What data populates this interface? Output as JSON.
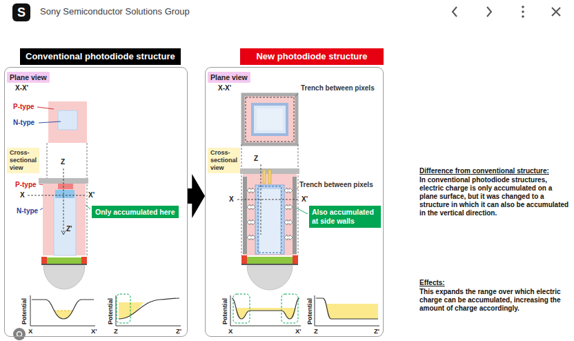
{
  "diagram": {
    "nodes": [
      {
        "text": [
          "Conventional photodiode structure"
        ]
      },
      {
        "text": [
          "Plane view"
        ],
        "in": 0
      },
      {
        "text": [
          "Cross-sectional view"
        ],
        "in": 0
      },
      {
        "text": [
          "Only accumulated here"
        ],
        "in": 0
      },
      {
        "text": [
          "New photodiode structure"
        ]
      },
      {
        "text": [
          "Plane view"
        ],
        "in": 4
      },
      {
        "text": [
          "Cross-sectional view"
        ],
        "in": 4
      },
      {
        "text": [
          "Also accumulated at side walls"
        ],
        "in": 4
      }
    ],
    "edges": [
      {
        "from": 0,
        "to": 4,
        "arrow": "to"
      }
    ],
    "labels": [
      "S",
      "Sony Semiconductor Solutions Group",
      "X-X'",
      "P-type",
      "N-type",
      "Z",
      "P-type",
      "X",
      "X'",
      "N-type",
      "Z'",
      "Potential",
      "X",
      "X'",
      "Potential",
      "Z",
      "Z'",
      "X-X'",
      "Trench between pixels",
      "Z",
      "Trench between pixels",
      "X",
      "X'",
      "Potential",
      "X",
      "X'",
      "Potential",
      "Z",
      "Z'",
      "Difference from conventional structure:",
      "In conventional photodiode structures, electric charge is only accumulated on a plane surface, but it was changed to a structure in which it can also be accumulated in the vertical direction.",
      "Effects:",
      "This expands the range over which electric charge can be accumulated, increasing the amount of charge accordingly."
    ]
  }
}
